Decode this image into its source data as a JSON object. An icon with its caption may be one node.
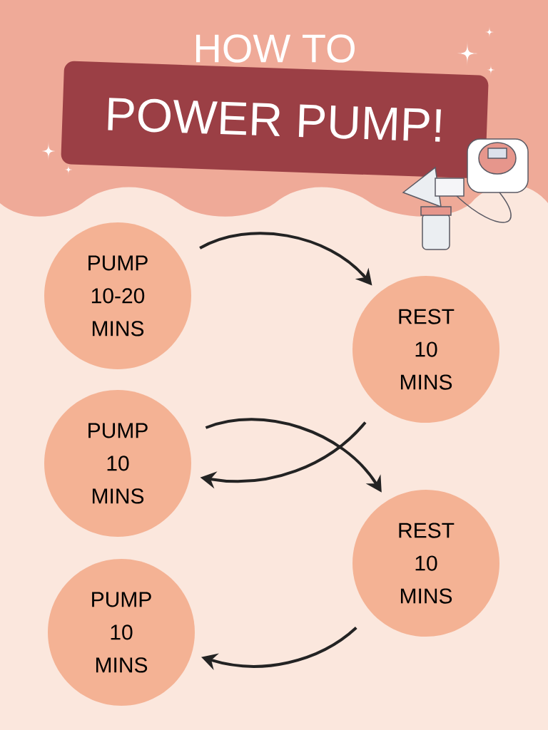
{
  "diagram": {
    "title": "HOW TO",
    "nodes": [
      {
        "text": [
          "POWER PUMP!"
        ]
      },
      {
        "text": [
          "PUMP 10-20 MINS"
        ]
      },
      {
        "text": [
          "REST 10 MINS"
        ]
      },
      {
        "text": [
          "PUMP 10 MINS"
        ]
      },
      {
        "text": [
          "REST 10 MINS"
        ]
      },
      {
        "text": [
          "PUMP 10 MINS"
        ]
      }
    ],
    "edges": [
      {
        "from": 1,
        "to": 2,
        "arrow": "to"
      },
      {
        "from": 2,
        "to": 3,
        "arrow": "to"
      },
      {
        "from": 3,
        "to": 4,
        "arrow": "to"
      },
      {
        "from": 4,
        "to": 5,
        "arrow": "to"
      }
    ]
  }
}
